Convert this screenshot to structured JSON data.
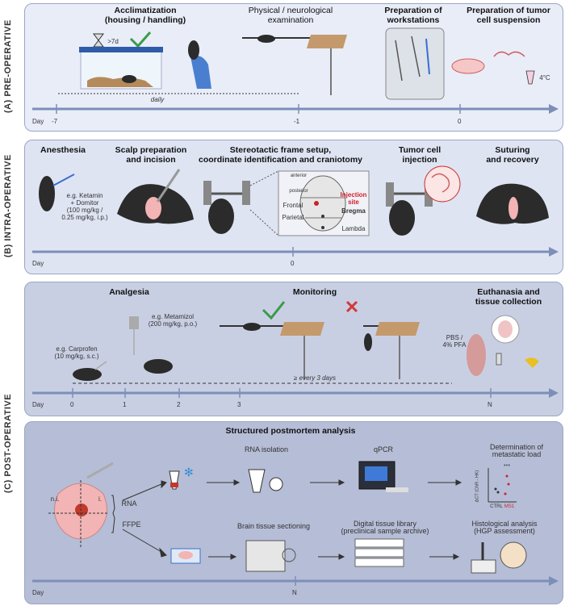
{
  "pre": {
    "label": "(A) PRE-OPERATIVE",
    "steps": [
      "Acclimatization",
      "(housing / handling)",
      "Physical / neurological",
      "examination",
      "Preparation of",
      "workstations",
      "Preparation of tumor",
      "cell suspension"
    ],
    "hourglass_note": ">7d",
    "daily_label": "daily",
    "temp_label": "4°C",
    "axis": {
      "day": "Day",
      "ticks": [
        "-7",
        "-1",
        "0"
      ]
    }
  },
  "intra": {
    "label": "(B) INTRA-OPERATIVE",
    "steps": [
      "Anesthesia",
      "Scalp preparation",
      "and incision",
      "Stereotactic frame setup,",
      "coordinate identification and craniotomy",
      "Tumor cell",
      "injection",
      "Suturing",
      "and recovery"
    ],
    "anesthesia_note": [
      "e.g. Ketamin",
      "+ Domitor",
      "(100 mg/kg /",
      "0.25 mg/kg, i.p.)"
    ],
    "skull": {
      "anterior": "anterior",
      "posterior": "posterior",
      "frontal": "Frontal",
      "parietal": "Parietal",
      "bregma": "Bregma",
      "lambda": "Lambda",
      "injection": [
        "Injection",
        "site"
      ]
    },
    "axis": {
      "day": "Day",
      "ticks": [
        "0"
      ]
    }
  },
  "post": {
    "label": "(C) POST-OPERATIVE",
    "steps": [
      "Analgesia",
      "Monitoring",
      "Euthanasia and",
      "tissue collection"
    ],
    "carprofen": [
      "e.g. Carprofen",
      "(10 mg/kg, s.c.)"
    ],
    "metamizol": [
      "e.g. Metamizol",
      "(200 mg/kg, p.o.)"
    ],
    "pbs": [
      "PBS /",
      "4% PFA"
    ],
    "every_label": "≥ every 3 days",
    "axis": {
      "day": "Day",
      "ticks": [
        "0",
        "1",
        "2",
        "3",
        "N"
      ]
    }
  },
  "postmortem": {
    "title": "Structured postmortem analysis",
    "rna_isolation": "RNA isolation",
    "qpcr": "qPCR",
    "metastatic": [
      "Determination of",
      "metastatic load"
    ],
    "brain_labels": {
      "ni": "n.i.",
      "i": "i.",
      "rna": "RNA",
      "ffpe": "FFPE"
    },
    "sectioning": "Brain tissue sectioning",
    "library": [
      "Digital tissue library",
      "(preclinical sample archive)"
    ],
    "histology": [
      "Histological analysis",
      "(HGP assessment)"
    ],
    "chart": {
      "sig": "***",
      "ylabel": "ΔCT (ChR - HK)",
      "x": [
        "CTRL",
        "MS1"
      ]
    },
    "axis": {
      "day": "Day",
      "ticks": [
        "N"
      ]
    }
  },
  "colors": {
    "panel_a": "#e9edf8",
    "panel_b": "#dfe4f3",
    "panel_c": "#c9cfe3",
    "panel_d": "#b6bdd6",
    "axis": "#7d8fb8",
    "check": "#3a9a4a",
    "cross": "#d23a3a",
    "injection": "#d11f2a"
  }
}
